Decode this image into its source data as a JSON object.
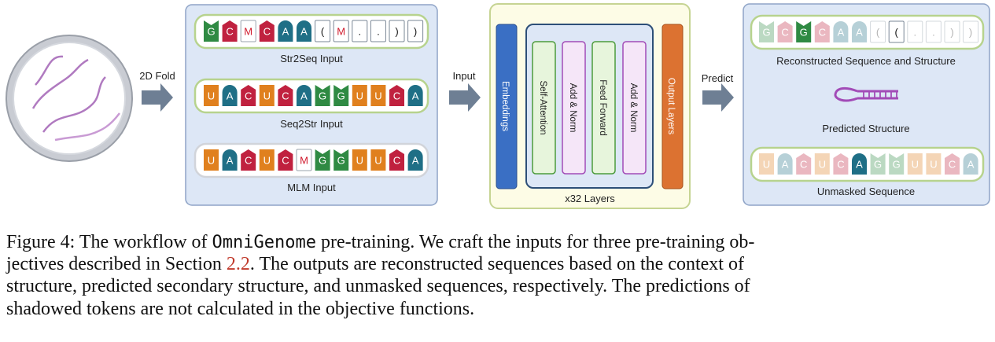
{
  "labels": {
    "fold": "2D Fold",
    "input": "Input",
    "predict": "Predict",
    "str2seq": "Str2Seq Input",
    "seq2str": "Seq2Str Input",
    "mlm": "MLM Input",
    "embeddings": "Embeddings",
    "self_attention": "Self-Attention",
    "add_norm_1": "Add & Norm",
    "feed_forward": "Feed Forward",
    "add_norm_2": "Add & Norm",
    "output_layers": "Output Layers",
    "layers": "x32 Layers",
    "reconstructed": "Reconstructed Sequence and Structure",
    "predicted_structure": "Predicted Structure",
    "unmasked": "Unmasked Sequence"
  },
  "sequences": {
    "str2seq_tokens": [
      "G",
      "C",
      "M",
      "C",
      "A",
      "A"
    ],
    "str2seq_struct": [
      "(",
      "M",
      ".",
      ".",
      ")",
      ")"
    ],
    "seq2str_tokens": [
      "U",
      "A",
      "C",
      "U",
      "C",
      "A",
      "G",
      "G",
      "U",
      "U",
      "C",
      "A"
    ],
    "mlm_tokens": [
      "U",
      "A",
      "C",
      "U",
      "C",
      "M",
      "G",
      "G",
      "U",
      "U",
      "C",
      "A"
    ],
    "recon_tokens": [
      "G",
      "C",
      "G",
      "C",
      "A",
      "A"
    ],
    "recon_struct": [
      "(",
      "(",
      ".",
      ".",
      ")",
      ")"
    ],
    "unmasked_tokens": [
      "U",
      "A",
      "C",
      "U",
      "C",
      "A",
      "G",
      "G",
      "U",
      "U",
      "C",
      "A"
    ]
  },
  "shadow_pattern": {
    "recon_tokens": [
      1,
      1,
      0,
      1,
      1,
      1
    ],
    "recon_struct": [
      1,
      0,
      1,
      1,
      1,
      1
    ],
    "unmasked_tokens": [
      1,
      1,
      1,
      1,
      1,
      0,
      1,
      1,
      1,
      1,
      1,
      1
    ]
  },
  "colors": {
    "G": "#2f8a43",
    "C": "#c0213f",
    "A": "#1f6f86",
    "U": "#e0801e",
    "M": "#ffffff",
    "M_text": "#d0192c",
    "struct_fill": "#ffffff",
    "panel_blue": "#dde7f6",
    "panel_yellow": "#fdfce6",
    "embeddings": "#3a6fc4",
    "output_layers": "#dc7231",
    "self_attention": "#e7f5dc",
    "add_norm": "#f5e6f8",
    "arrow": "#6e7f94"
  },
  "caption": {
    "line1_a": "Figure 4: The workflow of ",
    "model_name": "OmniGenome",
    "line1_b": " pre-training.  We craft the inputs for three pre-training ob-",
    "line2_a": "jectives described in Section ",
    "section_ref": "2.2",
    "line2_b": ".  The outputs are reconstructed sequences based on the context of",
    "line3": "structure, predicted secondary structure, and unmasked sequences, respectively.  The predictions of",
    "line4": "shadowed tokens are not calculated in the objective functions."
  }
}
